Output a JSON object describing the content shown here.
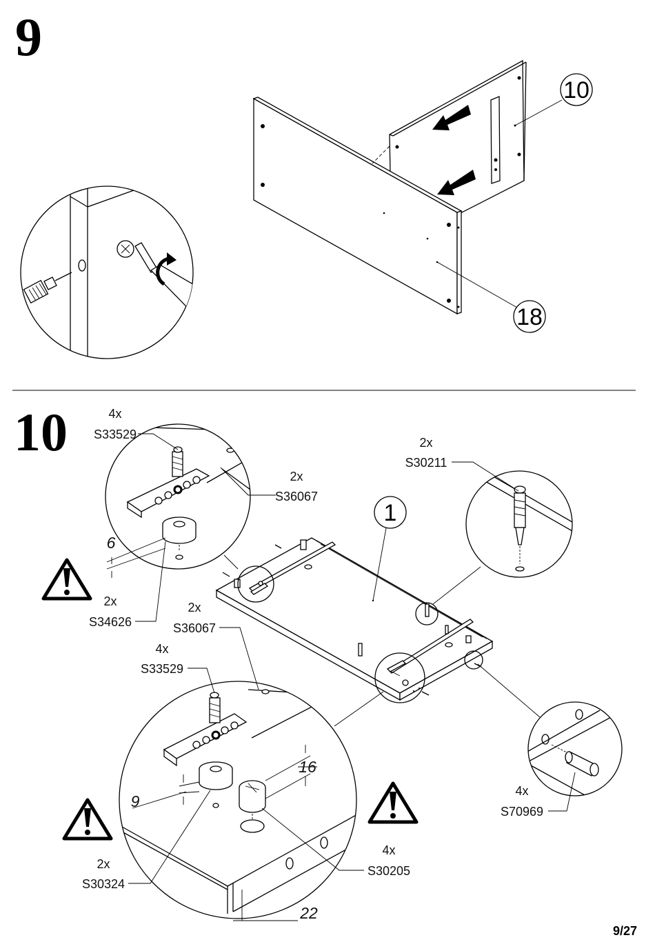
{
  "page_number": "9/27",
  "step_9": {
    "number": "9",
    "part_a": "10",
    "part_b": "18"
  },
  "step_10": {
    "number": "10",
    "part_main": "1",
    "callouts": {
      "top_rail_screw_qty": "4x",
      "top_rail_screw_code": "S33529",
      "top_rail_qty": "2x",
      "top_rail_code": "S36067",
      "spacer_top_qty": "2x",
      "spacer_top_code": "S34626",
      "dowel_screw_qty": "2x",
      "dowel_screw_code": "S30211",
      "mid_rail_qty": "2x",
      "mid_rail_code": "S36067",
      "mid_screw_qty": "4x",
      "mid_screw_code": "S33529",
      "spacer_bottom_qty": "2x",
      "spacer_bottom_code": "S30324",
      "cam_qty": "4x",
      "cam_code": "S30205",
      "dowel_qty": "4x",
      "dowel_code": "S70969"
    },
    "dimensions": {
      "spacer_top_height": "6",
      "spacer_bottom_height": "9",
      "cam_height": "16",
      "panel_thickness": "22"
    }
  },
  "icons": [
    "screwdriver-icon",
    "rotate-arrow-icon",
    "push-arrow-icon",
    "warning-icon"
  ]
}
